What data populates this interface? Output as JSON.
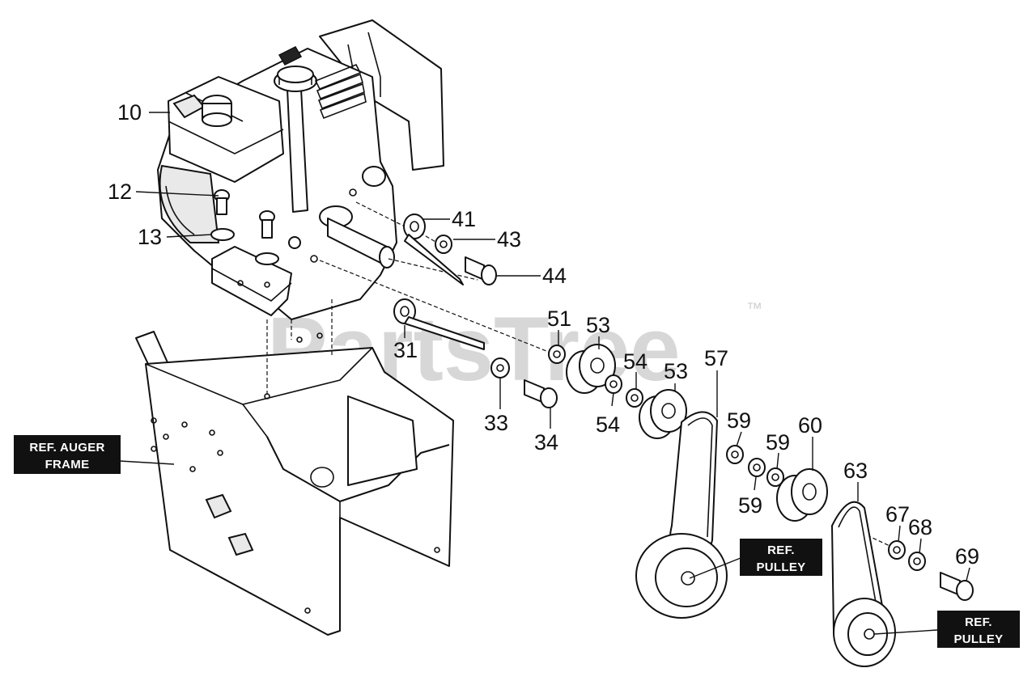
{
  "watermark": {
    "text": "PartsTree",
    "tm": "™"
  },
  "callouts": {
    "c10": "10",
    "c12": "12",
    "c13": "13",
    "c41": "41",
    "c43": "43",
    "c44": "44",
    "c31": "31",
    "c51": "51",
    "c53a": "53",
    "c53b": "53",
    "c54a": "54",
    "c54b": "54",
    "c57": "57",
    "c33": "33",
    "c34": "34",
    "c59a": "59",
    "c59b": "59",
    "c59c": "59",
    "c60": "60",
    "c63": "63",
    "c67": "67",
    "c68": "68",
    "c69": "69"
  },
  "ref_labels": {
    "auger_frame_line1": "REF. AUGER",
    "auger_frame_line2": "FRAME",
    "pulley1_line1": "REF.",
    "pulley1_line2": "PULLEY",
    "pulley2_line1": "REF.",
    "pulley2_line2": "PULLEY"
  }
}
